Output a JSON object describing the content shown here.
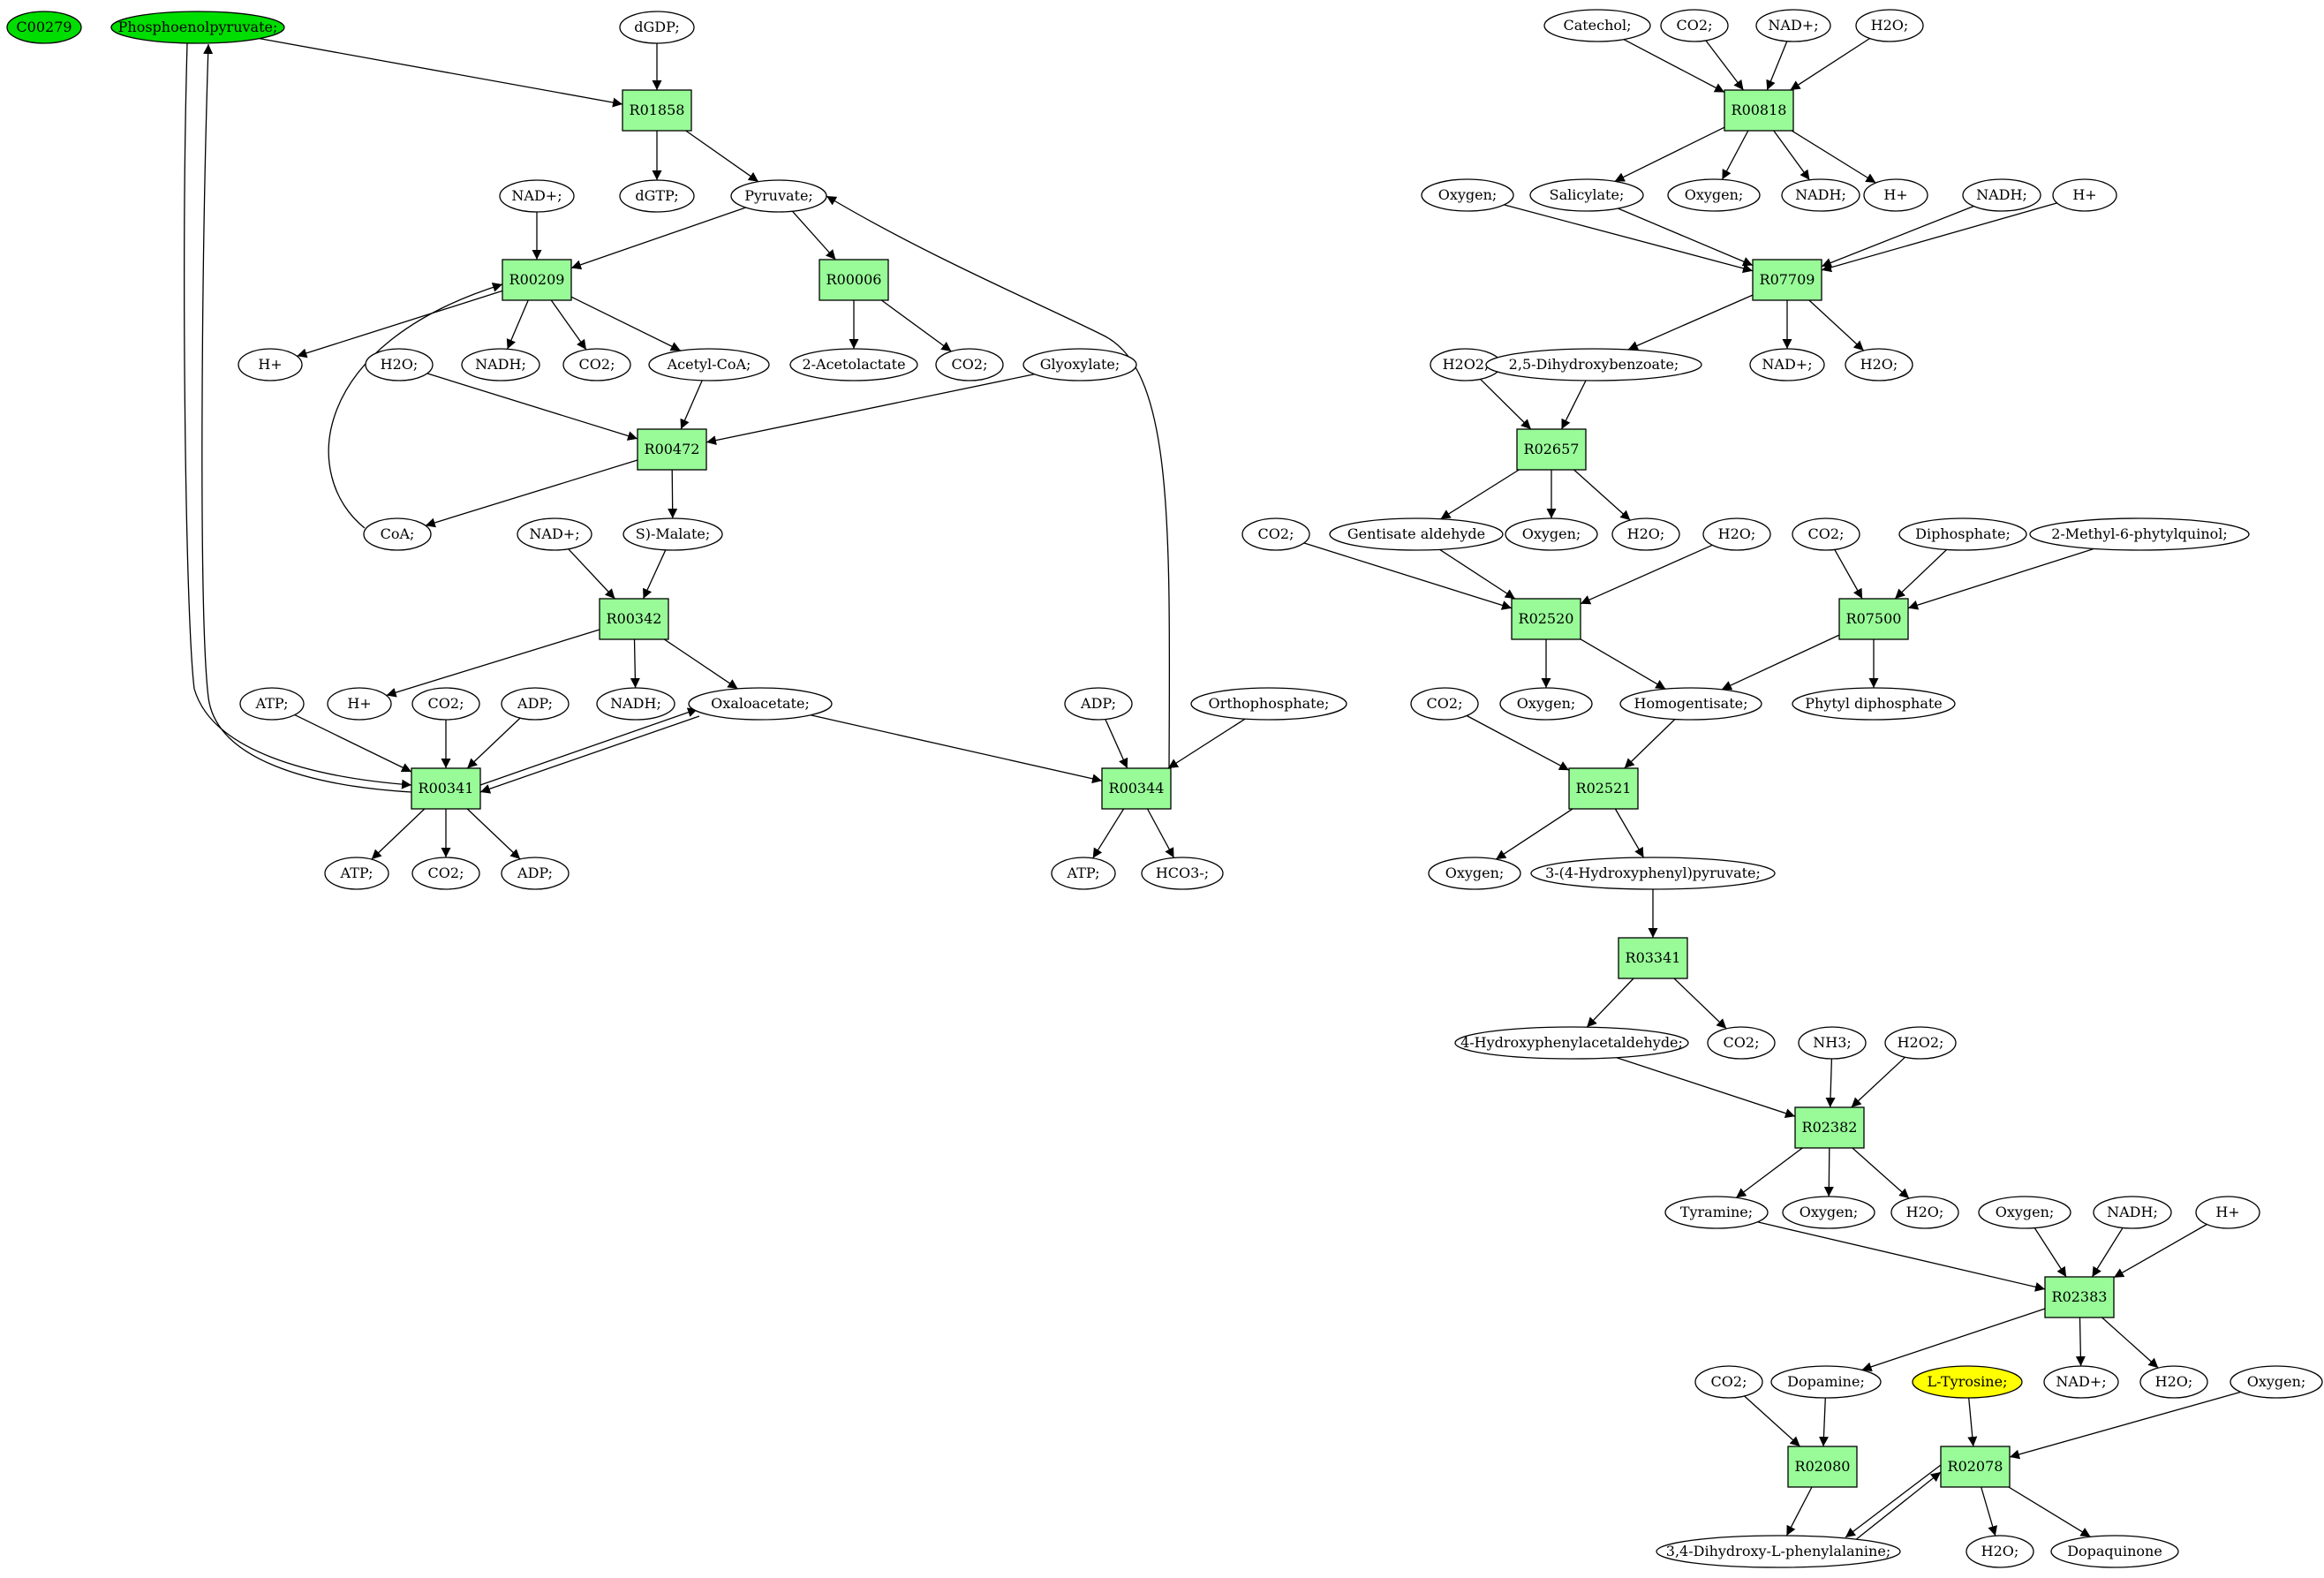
{
  "nodes": [
    {
      "id": "c00279",
      "label": "C00279",
      "kind": "compound",
      "fill": "#00dd00"
    },
    {
      "id": "pep",
      "label": "Phosphoenolpyruvate;",
      "kind": "compound",
      "fill": "#00dd00"
    },
    {
      "id": "dgdp",
      "label": "dGDP;",
      "kind": "compound"
    },
    {
      "id": "r01858",
      "label": "R01858",
      "kind": "reaction"
    },
    {
      "id": "dgtp",
      "label": "dGTP;",
      "kind": "compound"
    },
    {
      "id": "pyruvate",
      "label": "Pyruvate;",
      "kind": "compound"
    },
    {
      "id": "nadp_a",
      "label": "NAD+;",
      "kind": "compound"
    },
    {
      "id": "r00209",
      "label": "R00209",
      "kind": "reaction"
    },
    {
      "id": "r00006",
      "label": "R00006",
      "kind": "reaction"
    },
    {
      "id": "hplus_a",
      "label": "H+",
      "kind": "compound"
    },
    {
      "id": "h2o_a",
      "label": "H2O;",
      "kind": "compound"
    },
    {
      "id": "nadh_a",
      "label": "NADH;",
      "kind": "compound"
    },
    {
      "id": "co2_a",
      "label": "CO2;",
      "kind": "compound"
    },
    {
      "id": "acetylcoa",
      "label": "Acetyl-CoA;",
      "kind": "compound"
    },
    {
      "id": "acetolactate",
      "label": "2-Acetolactate",
      "kind": "compound"
    },
    {
      "id": "co2_b",
      "label": "CO2;",
      "kind": "compound"
    },
    {
      "id": "glyoxylate",
      "label": "Glyoxylate;",
      "kind": "compound"
    },
    {
      "id": "r00472",
      "label": "R00472",
      "kind": "reaction"
    },
    {
      "id": "coa",
      "label": "CoA;",
      "kind": "compound"
    },
    {
      "id": "nadp_b",
      "label": "NAD+;",
      "kind": "compound"
    },
    {
      "id": "smalate",
      "label": "S)-Malate;",
      "kind": "compound"
    },
    {
      "id": "r00342",
      "label": "R00342",
      "kind": "reaction"
    },
    {
      "id": "atp_a",
      "label": "ATP;",
      "kind": "compound"
    },
    {
      "id": "hplus_b",
      "label": "H+",
      "kind": "compound"
    },
    {
      "id": "co2_c",
      "label": "CO2;",
      "kind": "compound"
    },
    {
      "id": "adp_a",
      "label": "ADP;",
      "kind": "compound"
    },
    {
      "id": "nadh_b",
      "label": "NADH;",
      "kind": "compound"
    },
    {
      "id": "oxaloacetate",
      "label": "Oxaloacetate;",
      "kind": "compound"
    },
    {
      "id": "adp_b",
      "label": "ADP;",
      "kind": "compound"
    },
    {
      "id": "orthophosphate",
      "label": "Orthophosphate;",
      "kind": "compound"
    },
    {
      "id": "r00341",
      "label": "R00341",
      "kind": "reaction"
    },
    {
      "id": "r00344",
      "label": "R00344",
      "kind": "reaction"
    },
    {
      "id": "atp_b",
      "label": "ATP;",
      "kind": "compound"
    },
    {
      "id": "co2_d",
      "label": "CO2;",
      "kind": "compound"
    },
    {
      "id": "adp_c",
      "label": "ADP;",
      "kind": "compound"
    },
    {
      "id": "atp_c",
      "label": "ATP;",
      "kind": "compound"
    },
    {
      "id": "hco3",
      "label": "HCO3-;",
      "kind": "compound"
    },
    {
      "id": "catechol",
      "label": "Catechol;",
      "kind": "compound"
    },
    {
      "id": "co2_e",
      "label": "CO2;",
      "kind": "compound"
    },
    {
      "id": "nadp_c",
      "label": "NAD+;",
      "kind": "compound"
    },
    {
      "id": "h2o_b",
      "label": "H2O;",
      "kind": "compound"
    },
    {
      "id": "r00818",
      "label": "R00818",
      "kind": "reaction"
    },
    {
      "id": "oxygen_a",
      "label": "Oxygen;",
      "kind": "compound"
    },
    {
      "id": "salicylate",
      "label": "Salicylate;",
      "kind": "compound"
    },
    {
      "id": "oxygen_b",
      "label": "Oxygen;",
      "kind": "compound"
    },
    {
      "id": "nadh_c",
      "label": "NADH;",
      "kind": "compound"
    },
    {
      "id": "hplus_c",
      "label": "H+",
      "kind": "compound"
    },
    {
      "id": "nadh_d",
      "label": "NADH;",
      "kind": "compound"
    },
    {
      "id": "hplus_d",
      "label": "H+",
      "kind": "compound"
    },
    {
      "id": "r07709",
      "label": "R07709",
      "kind": "reaction"
    },
    {
      "id": "h2o2_a",
      "label": "H2O2;",
      "kind": "compound"
    },
    {
      "id": "dhb",
      "label": "2,5-Dihydroxybenzoate;",
      "kind": "compound"
    },
    {
      "id": "nadp_d",
      "label": "NAD+;",
      "kind": "compound"
    },
    {
      "id": "h2o_c",
      "label": "H2O;",
      "kind": "compound"
    },
    {
      "id": "r02657",
      "label": "R02657",
      "kind": "reaction"
    },
    {
      "id": "co2_f",
      "label": "CO2;",
      "kind": "compound"
    },
    {
      "id": "gentisate",
      "label": "Gentisate aldehyde",
      "kind": "compound"
    },
    {
      "id": "oxygen_c",
      "label": "Oxygen;",
      "kind": "compound"
    },
    {
      "id": "h2o_d",
      "label": "H2O;",
      "kind": "compound"
    },
    {
      "id": "h2o_e",
      "label": "H2O;",
      "kind": "compound"
    },
    {
      "id": "co2_g",
      "label": "CO2;",
      "kind": "compound"
    },
    {
      "id": "diphosphate",
      "label": "Diphosphate;",
      "kind": "compound"
    },
    {
      "id": "methylphytyl",
      "label": "2-Methyl-6-phytylquinol;",
      "kind": "compound"
    },
    {
      "id": "r02520",
      "label": "R02520",
      "kind": "reaction"
    },
    {
      "id": "r07500",
      "label": "R07500",
      "kind": "reaction"
    },
    {
      "id": "co2_h",
      "label": "CO2;",
      "kind": "compound"
    },
    {
      "id": "oxygen_d",
      "label": "Oxygen;",
      "kind": "compound"
    },
    {
      "id": "homogentisate",
      "label": "Homogentisate;",
      "kind": "compound"
    },
    {
      "id": "phytyldp",
      "label": "Phytyl diphosphate",
      "kind": "compound"
    },
    {
      "id": "r02521",
      "label": "R02521",
      "kind": "reaction"
    },
    {
      "id": "oxygen_e",
      "label": "Oxygen;",
      "kind": "compound"
    },
    {
      "id": "hpp",
      "label": "3-(4-Hydroxyphenyl)pyruvate;",
      "kind": "compound"
    },
    {
      "id": "r03341",
      "label": "R03341",
      "kind": "reaction"
    },
    {
      "id": "hpa",
      "label": "4-Hydroxyphenylacetaldehyde;",
      "kind": "compound"
    },
    {
      "id": "co2_i",
      "label": "CO2;",
      "kind": "compound"
    },
    {
      "id": "nh3",
      "label": "NH3;",
      "kind": "compound"
    },
    {
      "id": "h2o2_b",
      "label": "H2O2;",
      "kind": "compound"
    },
    {
      "id": "r02382",
      "label": "R02382",
      "kind": "reaction"
    },
    {
      "id": "tyramine",
      "label": "Tyramine;",
      "kind": "compound"
    },
    {
      "id": "oxygen_f",
      "label": "Oxygen;",
      "kind": "compound"
    },
    {
      "id": "h2o_f",
      "label": "H2O;",
      "kind": "compound"
    },
    {
      "id": "oxygen_g",
      "label": "Oxygen;",
      "kind": "compound"
    },
    {
      "id": "nadh_e",
      "label": "NADH;",
      "kind": "compound"
    },
    {
      "id": "hplus_e",
      "label": "H+",
      "kind": "compound"
    },
    {
      "id": "r02383",
      "label": "R02383",
      "kind": "reaction"
    },
    {
      "id": "co2_j",
      "label": "CO2;",
      "kind": "compound"
    },
    {
      "id": "dopamine",
      "label": "Dopamine;",
      "kind": "compound"
    },
    {
      "id": "ltyrosine",
      "label": "L-Tyrosine;",
      "kind": "compound",
      "fill": "#ffff00"
    },
    {
      "id": "nadp_e",
      "label": "NAD+;",
      "kind": "compound"
    },
    {
      "id": "h2o_g",
      "label": "H2O;",
      "kind": "compound"
    },
    {
      "id": "oxygen_h",
      "label": "Oxygen;",
      "kind": "compound"
    },
    {
      "id": "r02080",
      "label": "R02080",
      "kind": "reaction"
    },
    {
      "id": "r02078",
      "label": "R02078",
      "kind": "reaction"
    },
    {
      "id": "dopa",
      "label": "3,4-Dihydroxy-L-phenylalanine;",
      "kind": "compound"
    },
    {
      "id": "h2o_h",
      "label": "H2O;",
      "kind": "compound"
    },
    {
      "id": "dopaquinone",
      "label": "Dopaquinone",
      "kind": "compound"
    }
  ],
  "edges": [
    [
      "dgdp",
      "r01858"
    ],
    [
      "pep",
      "r01858"
    ],
    [
      "r01858",
      "dgtp"
    ],
    [
      "r01858",
      "pyruvate"
    ],
    [
      "nadp_a",
      "r00209"
    ],
    [
      "pyruvate",
      "r00209"
    ],
    [
      "coa",
      "r00209"
    ],
    [
      "pyruvate",
      "r00006"
    ],
    [
      "r00209",
      "hplus_a"
    ],
    [
      "r00209",
      "nadh_a"
    ],
    [
      "r00209",
      "co2_a"
    ],
    [
      "r00209",
      "acetylcoa"
    ],
    [
      "r00006",
      "acetolactate"
    ],
    [
      "r00006",
      "co2_b"
    ],
    [
      "h2o_a",
      "r00472"
    ],
    [
      "acetylcoa",
      "r00472"
    ],
    [
      "glyoxylate",
      "r00472"
    ],
    [
      "r00472",
      "coa"
    ],
    [
      "r00472",
      "smalate"
    ],
    [
      "nadp_b",
      "r00342"
    ],
    [
      "smalate",
      "r00342"
    ],
    [
      "r00342",
      "hplus_b"
    ],
    [
      "r00342",
      "nadh_b"
    ],
    [
      "r00342",
      "oxaloacetate"
    ],
    [
      "atp_a",
      "r00341"
    ],
    [
      "co2_c",
      "r00341"
    ],
    [
      "adp_a",
      "r00341"
    ],
    [
      "oxaloacetate",
      "r00341"
    ],
    [
      "pep",
      "r00341"
    ],
    [
      "r00341",
      "pep"
    ],
    [
      "r00341",
      "oxaloacetate"
    ],
    [
      "r00341",
      "atp_b"
    ],
    [
      "r00341",
      "co2_d"
    ],
    [
      "r00341",
      "adp_c"
    ],
    [
      "oxaloacetate",
      "r00344"
    ],
    [
      "adp_b",
      "r00344"
    ],
    [
      "orthophosphate",
      "r00344"
    ],
    [
      "r00344",
      "pyruvate"
    ],
    [
      "r00344",
      "atp_c"
    ],
    [
      "r00344",
      "hco3"
    ],
    [
      "catechol",
      "r00818"
    ],
    [
      "co2_e",
      "r00818"
    ],
    [
      "nadp_c",
      "r00818"
    ],
    [
      "h2o_b",
      "r00818"
    ],
    [
      "r00818",
      "salicylate"
    ],
    [
      "r00818",
      "oxygen_b"
    ],
    [
      "r00818",
      "nadh_c"
    ],
    [
      "r00818",
      "hplus_c"
    ],
    [
      "oxygen_a",
      "r07709"
    ],
    [
      "salicylate",
      "r07709"
    ],
    [
      "nadh_d",
      "r07709"
    ],
    [
      "hplus_d",
      "r07709"
    ],
    [
      "r07709",
      "dhb"
    ],
    [
      "r07709",
      "nadp_d"
    ],
    [
      "r07709",
      "h2o_c"
    ],
    [
      "h2o2_a",
      "r02657"
    ],
    [
      "dhb",
      "r02657"
    ],
    [
      "r02657",
      "gentisate"
    ],
    [
      "r02657",
      "oxygen_c"
    ],
    [
      "r02657",
      "h2o_d"
    ],
    [
      "co2_f",
      "r02520"
    ],
    [
      "gentisate",
      "r02520"
    ],
    [
      "h2o_e",
      "r02520"
    ],
    [
      "r02520",
      "oxygen_d"
    ],
    [
      "r02520",
      "homogentisate"
    ],
    [
      "co2_g",
      "r07500"
    ],
    [
      "diphosphate",
      "r07500"
    ],
    [
      "methylphytyl",
      "r07500"
    ],
    [
      "r07500",
      "homogentisate"
    ],
    [
      "r07500",
      "phytyldp"
    ],
    [
      "co2_h",
      "r02521"
    ],
    [
      "homogentisate",
      "r02521"
    ],
    [
      "r02521",
      "oxygen_e"
    ],
    [
      "r02521",
      "hpp"
    ],
    [
      "hpp",
      "r03341"
    ],
    [
      "r03341",
      "hpa"
    ],
    [
      "r03341",
      "co2_i"
    ],
    [
      "hpa",
      "r02382"
    ],
    [
      "nh3",
      "r02382"
    ],
    [
      "h2o2_b",
      "r02382"
    ],
    [
      "r02382",
      "tyramine"
    ],
    [
      "r02382",
      "oxygen_f"
    ],
    [
      "r02382",
      "h2o_f"
    ],
    [
      "tyramine",
      "r02383"
    ],
    [
      "oxygen_g",
      "r02383"
    ],
    [
      "nadh_e",
      "r02383"
    ],
    [
      "hplus_e",
      "r02383"
    ],
    [
      "r02383",
      "dopamine"
    ],
    [
      "r02383",
      "nadp_e"
    ],
    [
      "r02383",
      "h2o_g"
    ],
    [
      "co2_j",
      "r02080"
    ],
    [
      "dopamine",
      "r02080"
    ],
    [
      "r02080",
      "dopa"
    ],
    [
      "ltyrosine",
      "r02078"
    ],
    [
      "oxygen_h",
      "r02078"
    ],
    [
      "dopa",
      "r02078"
    ],
    [
      "r02078",
      "dopa"
    ],
    [
      "r02078",
      "h2o_h"
    ],
    [
      "r02078",
      "dopaquinone"
    ]
  ],
  "colors": {
    "reaction_fill": "#98fb98",
    "compound_fill": "#ffffff",
    "stroke": "#000000"
  }
}
